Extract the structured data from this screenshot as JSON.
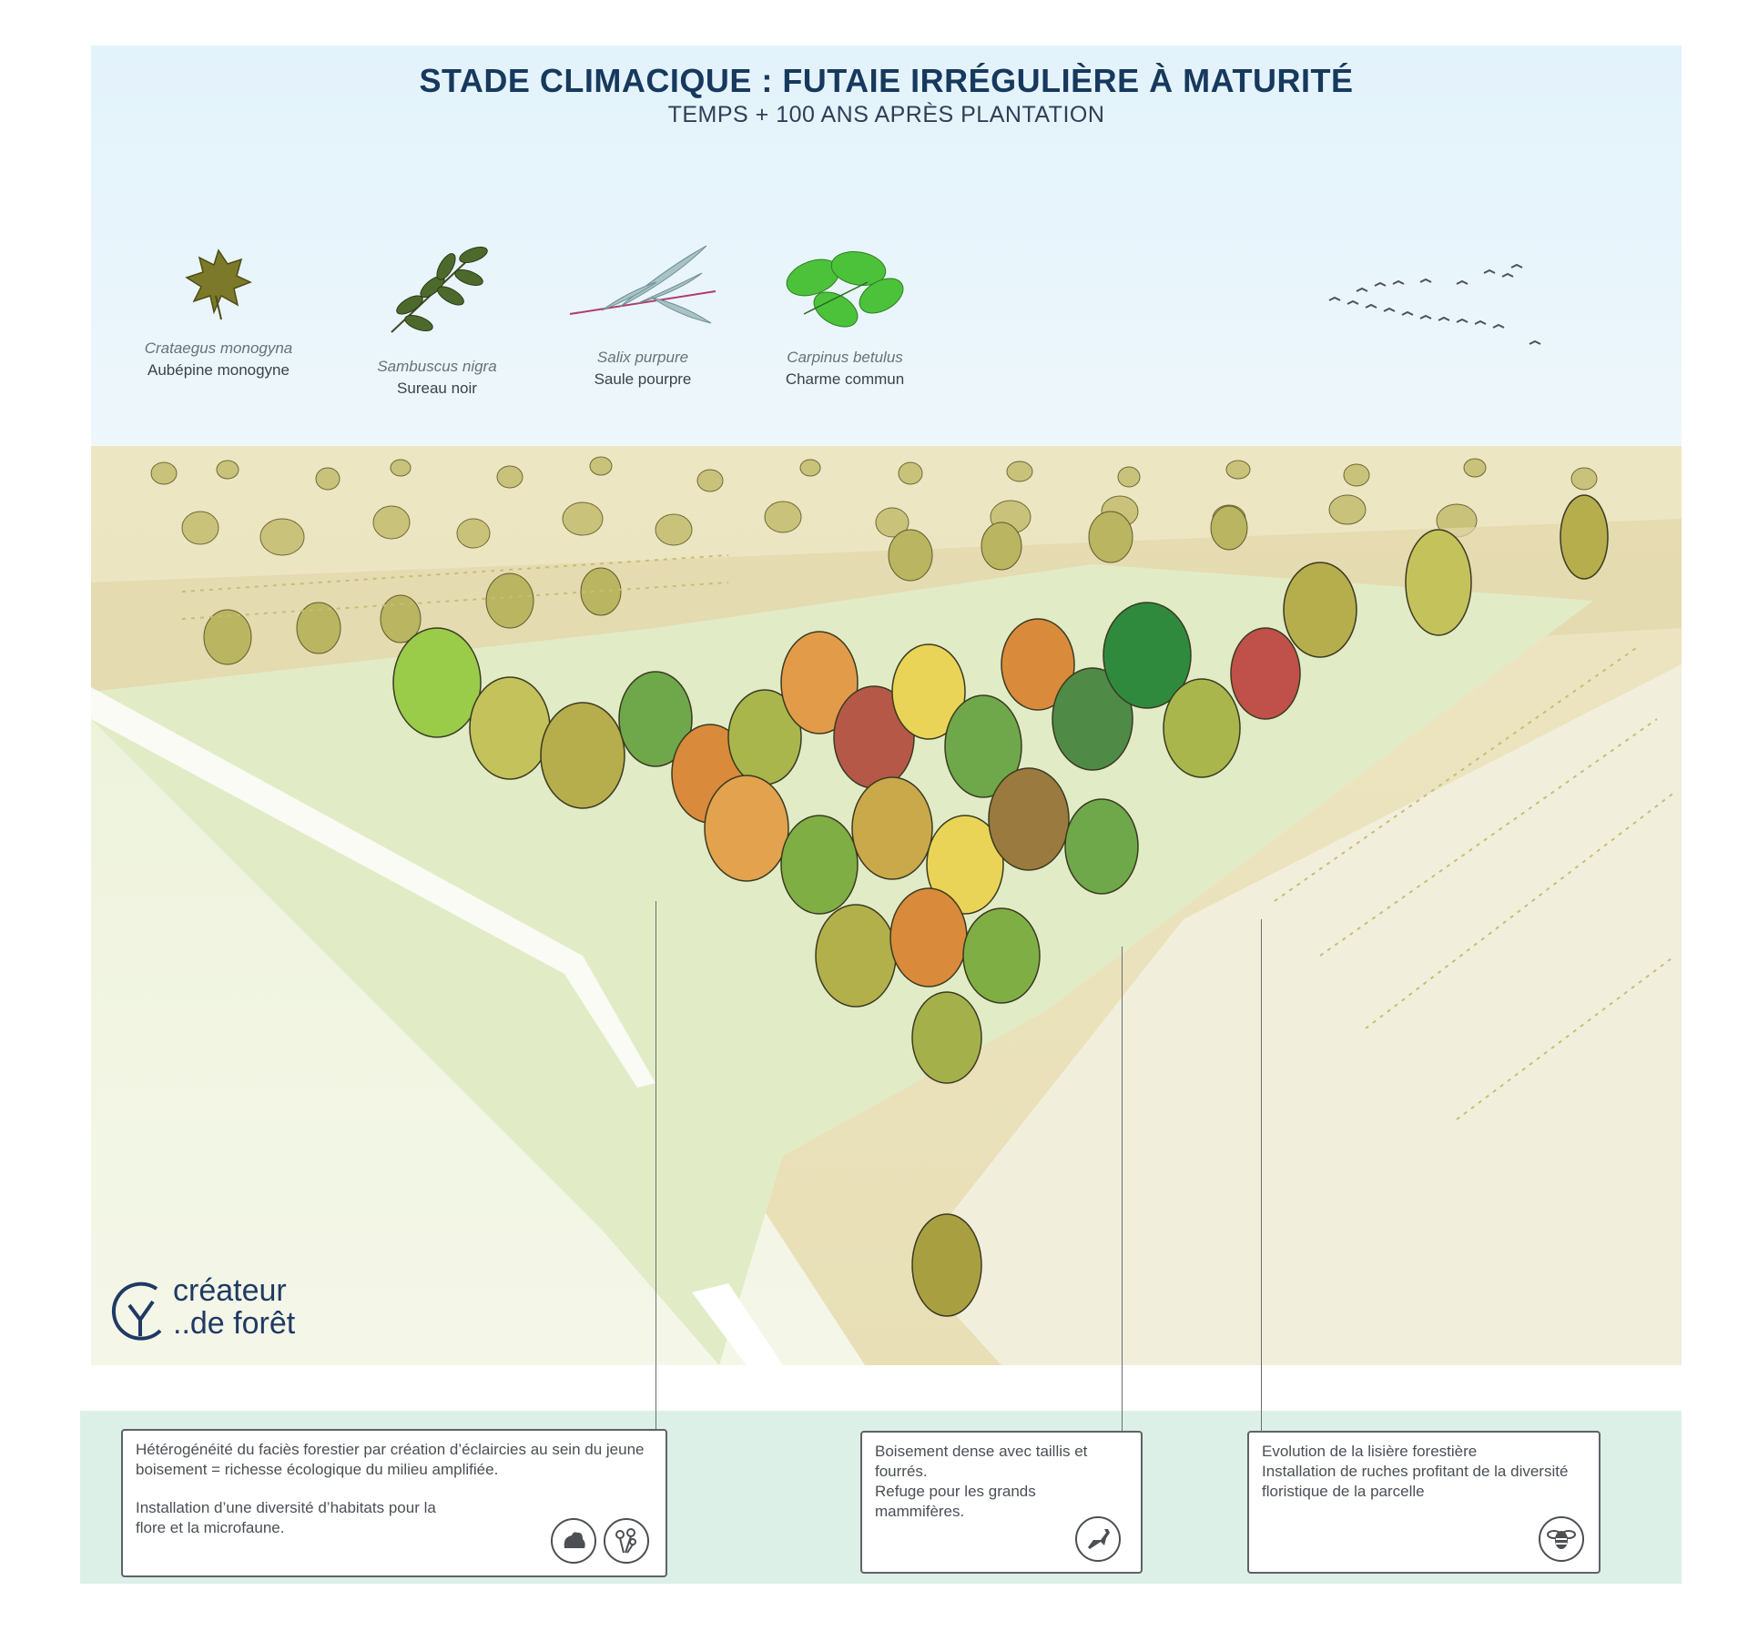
{
  "header": {
    "title": "STADE CLIMACIQUE : FUTAIE IRRÉGULIÈRE À MATURITÉ",
    "subtitle": "TEMPS + 100 ANS APRÈS PLANTATION"
  },
  "species": [
    {
      "latin": "Crataegus monogyna",
      "common": "Aubépine monogyne",
      "icon": "hawthorn-leaf-icon"
    },
    {
      "latin": "Sambuscus nigra",
      "common": "Sureau noir",
      "icon": "elder-leaf-icon"
    },
    {
      "latin": "Salix purpure",
      "common": "Saule pourpre",
      "icon": "willow-leaf-icon"
    },
    {
      "latin": "Carpinus betulus",
      "common": "Charme commun",
      "icon": "hornbeam-leaf-icon"
    }
  ],
  "logo": {
    "line1": "créateur",
    "line2": "..de forêt"
  },
  "callouts": [
    {
      "paragraphs": [
        "Hétérogénéité du faciès forestier par création d’éclaircies au sein du jeune boisement = richesse écologique du milieu amplifiée.",
        "Installation d’une diversité d’habitats pour la flore et la microfaune."
      ],
      "icons": [
        "frog-icon",
        "wildflower-icon"
      ]
    },
    {
      "paragraphs": [
        "Boisement dense avec taillis et fourrés.\nRefuge pour les grands mammifères."
      ],
      "icons": [
        "deer-icon"
      ]
    },
    {
      "paragraphs": [
        "Evolution de la lisière forestière\nInstallation de ruches profitant de la diversité floristique de la parcelle"
      ],
      "icons": [
        "bee-icon"
      ]
    }
  ],
  "colors": {
    "title": "#17395e",
    "sky": "#e6f4fb",
    "field": "#ece6c4",
    "band": "#dcf0e8",
    "foliage_green": "#6fa84a",
    "foliage_autumn": "#d98a3a"
  }
}
